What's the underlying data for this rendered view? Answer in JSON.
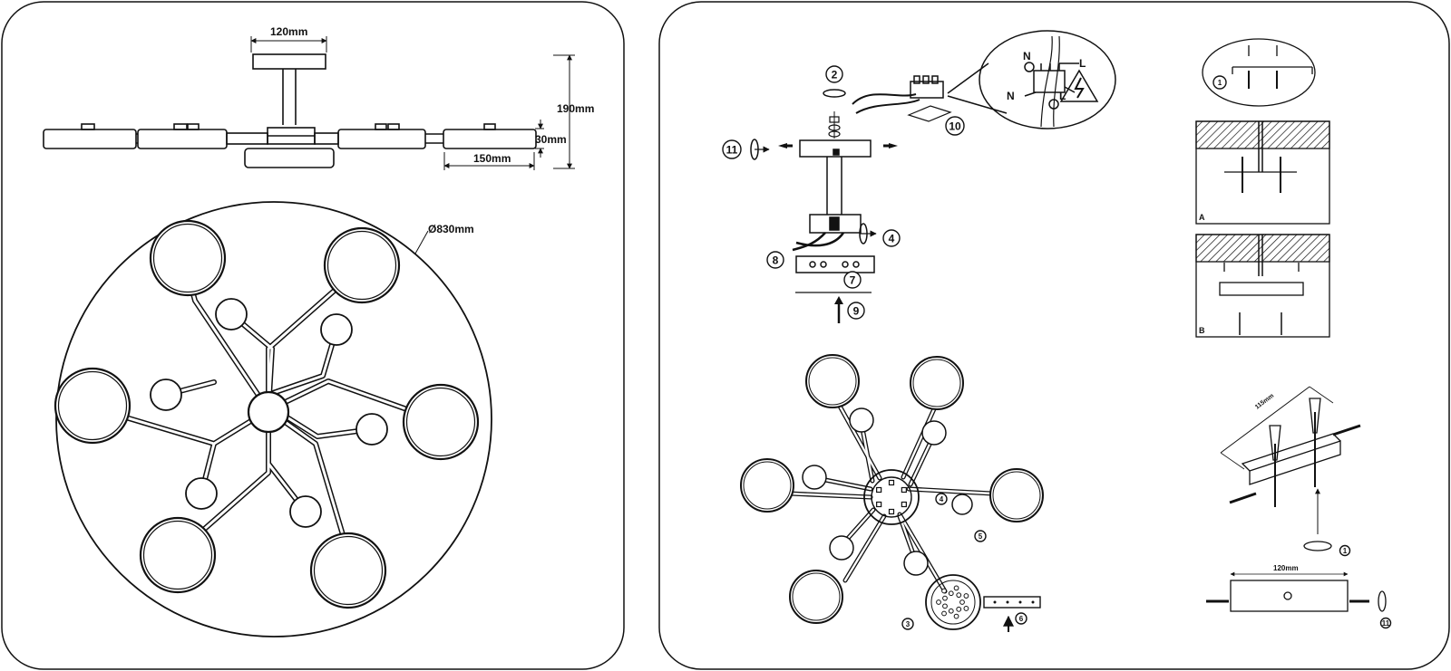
{
  "dimensions": {
    "top_width": "120mm",
    "height_total": "190mm",
    "arm_height": "30mm",
    "arm_length": "150mm",
    "diameter": "Ø830mm"
  },
  "install": {
    "steps": [
      "2",
      "11",
      "4",
      "8",
      "7",
      "9",
      "10",
      "1",
      "5",
      "3",
      "6"
    ],
    "wiring": {
      "neutral": "N",
      "live": "L"
    },
    "panel_labels": {
      "a": "A",
      "b": "B"
    },
    "bracket_length": "115mm",
    "plate_width": "120mm"
  }
}
